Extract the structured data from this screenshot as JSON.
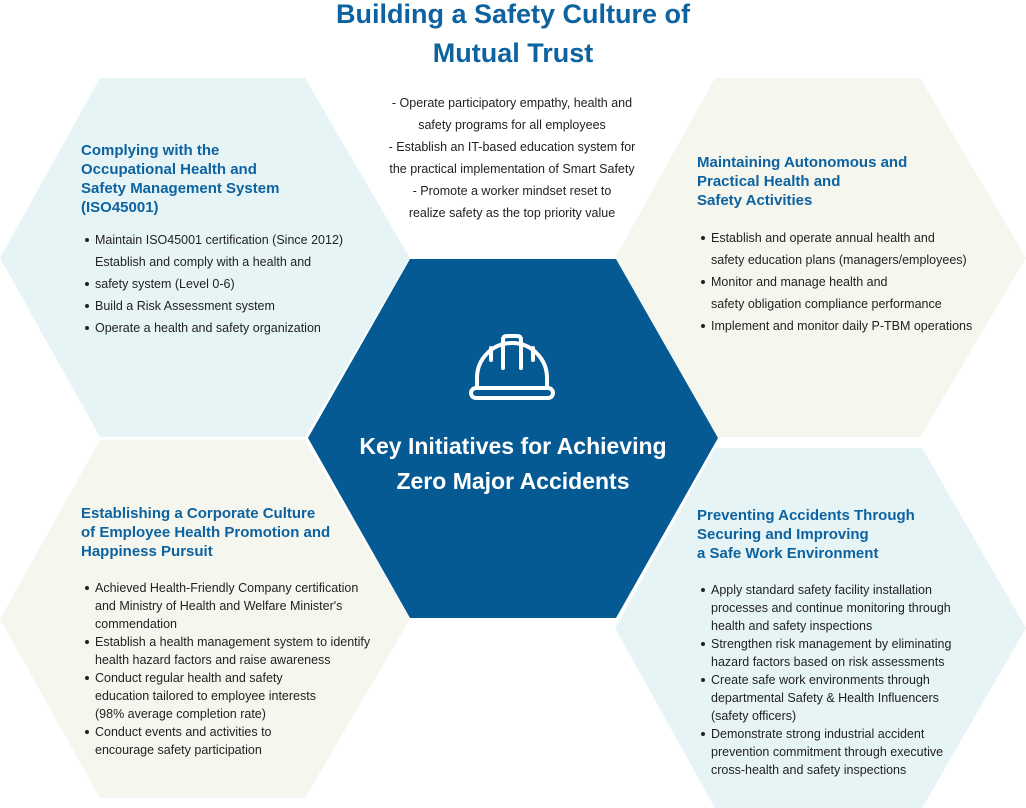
{
  "title": {
    "line1": "Building a Safety Culture of",
    "line2": "Mutual Trust"
  },
  "intro": [
    "- Operate participatory empathy, health and",
    "safety programs for all employees",
    "- Establish an IT-based education system for",
    "the practical implementation of Smart Safety",
    "- Promote a worker mindset reset to",
    "realize safety as the top priority value"
  ],
  "center": {
    "icon": "hard-hat-icon",
    "line1": "Key Initiatives for Achieving",
    "line2": "Zero Major Accidents"
  },
  "colors": {
    "navy": "#065a94",
    "title": "#0d62a0",
    "light_blue": "#e7f4f6",
    "beige": "#f5f6ee"
  },
  "blocks": {
    "top_left": {
      "title": [
        "Complying with the",
        "Occupational Health and",
        "Safety Management System",
        "(ISO45001)"
      ],
      "items": [
        "Maintain ISO45001 certification (Since 2012)",
        "Establish and comply with a health and",
        "safety system (Level 0-6)",
        "Build a Risk Assessment system",
        "Operate a health and safety organization"
      ]
    },
    "top_right": {
      "title": [
        "Maintaining Autonomous and",
        "Practical Health and",
        "Safety Activities"
      ],
      "items": [
        "Establish and operate annual health and",
        "safety education plans (managers/employees)",
        "Monitor and manage health and",
        "safety obligation compliance performance",
        "Implement and monitor daily P-TBM operations"
      ]
    },
    "bottom_left": {
      "title": [
        "Establishing a Corporate Culture",
        "of Employee Health Promotion and",
        "Happiness Pursuit"
      ],
      "items": [
        "Achieved Health-Friendly Company certification and Ministry of Health and Welfare Minister's commendation",
        "Establish a health management system to identify health hazard factors and raise awareness",
        "Conduct regular health and safety education tailored to employee interests (98% average completion rate)",
        "Conduct events and activities to encourage safety participation"
      ]
    },
    "bottom_right": {
      "title": [
        "Preventing Accidents Through",
        "Securing and Improving",
        "a Safe Work Environment"
      ],
      "items": [
        "Apply standard safety facility installation processes and continue monitoring through health and safety inspections",
        "Strengthen risk management by eliminating hazard factors based on risk assessments",
        "Create safe work environments through departmental Safety & Health Influencers (safety officers)",
        "Demonstrate strong industrial accident prevention commitment through executive cross-health and safety inspections"
      ]
    }
  }
}
